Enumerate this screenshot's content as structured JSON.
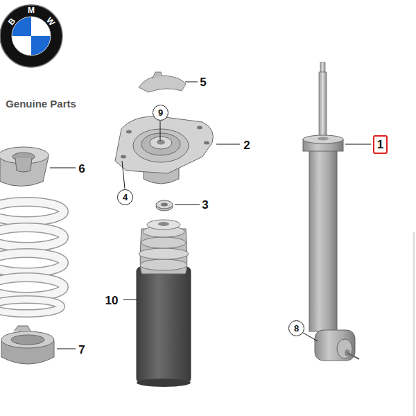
{
  "diagram": {
    "nodes": [
      {
        "text": [
          "9"
        ]
      },
      {
        "text": [
          "1"
        ]
      },
      {
        "text": [
          "4"
        ]
      },
      {
        "text": [
          "8"
        ]
      }
    ],
    "labels": [
      "B",
      "M",
      "W",
      "Genuine Parts",
      "5",
      "2",
      "6",
      "3",
      "10",
      "7"
    ]
  }
}
